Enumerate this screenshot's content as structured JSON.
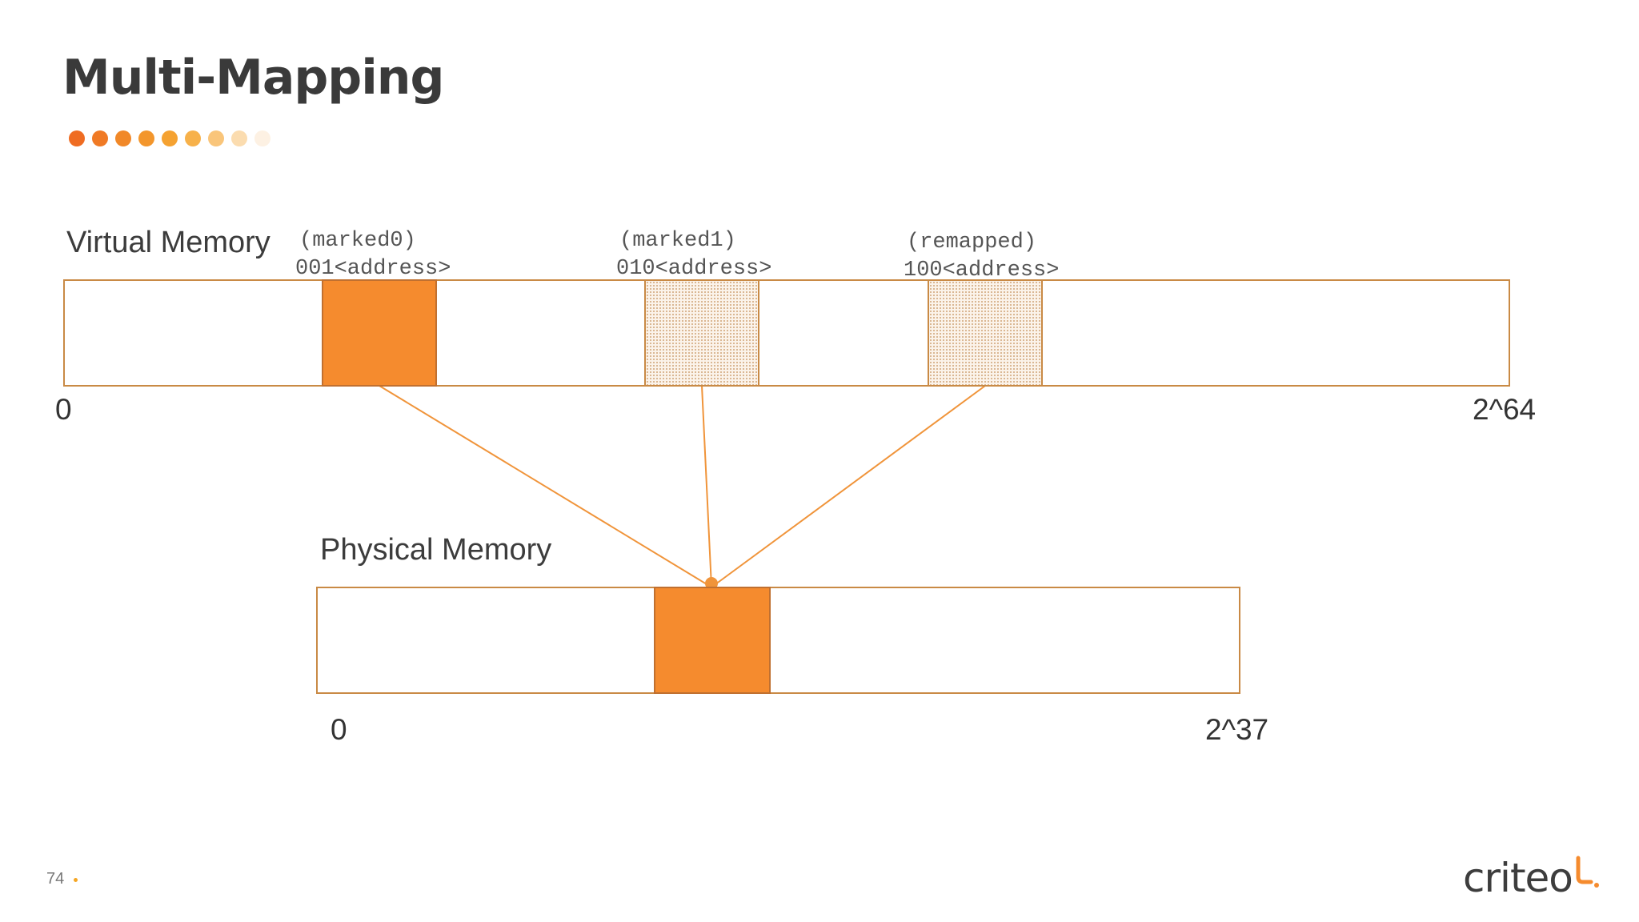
{
  "slide": {
    "title": "Multi-Mapping",
    "page_number": "74",
    "logo_text": "criteo",
    "accent_color": "#f58b2e"
  },
  "title_dots": [
    "#ef6c22",
    "#f07a25",
    "#f18828",
    "#f3962c",
    "#f5a231",
    "#f7b14a",
    "#f9c57a",
    "#fbdcaf",
    "#fdf1e3"
  ],
  "virtual_memory": {
    "label": "Virtual Memory",
    "start": "0",
    "end": "2^64",
    "regions": [
      {
        "tag": "(marked0)",
        "address": "001<address>",
        "style": "solid"
      },
      {
        "tag": "(marked1)",
        "address": "010<address>",
        "style": "hatched"
      },
      {
        "tag": "(remapped)",
        "address": "100<address>",
        "style": "hatched"
      }
    ]
  },
  "physical_memory": {
    "label": "Physical Memory",
    "start": "0",
    "end": "2^37"
  },
  "mapping": {
    "line_color": "#f0943a",
    "targets": [
      "physical-region",
      "physical-region",
      "physical-region"
    ]
  }
}
